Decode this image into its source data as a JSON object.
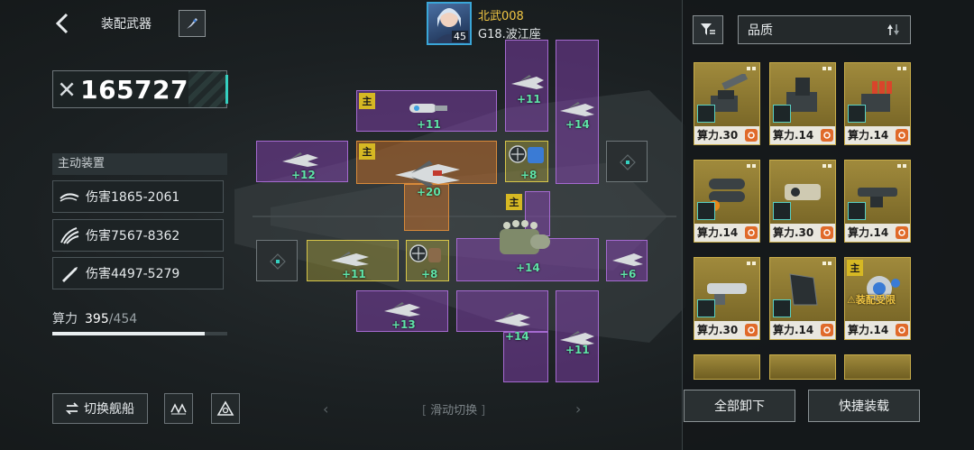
{
  "header": {
    "title": "装配武器"
  },
  "player": {
    "name": "北武008",
    "ship": "G18.波江座",
    "level": "45"
  },
  "power": {
    "value": "165727"
  },
  "active_devices": {
    "label": "主动装置",
    "skills": [
      {
        "text": "伤害1865-2061"
      },
      {
        "text": "伤害7567-8362"
      },
      {
        "text": "伤害4497-5279"
      }
    ]
  },
  "capacity": {
    "label": "算力",
    "current": "395",
    "max": "/454",
    "fill_fraction": 0.87
  },
  "buttons": {
    "switch_ship": "切换舰船",
    "unequip_all": "全部卸下",
    "quick_equip": "快捷装载",
    "swipe": "滑动切换"
  },
  "slots": {
    "main_badge": "主",
    "bonuses": [
      "+11",
      "+11",
      "+14",
      "+12",
      "+20",
      "+8",
      "+14",
      "+11",
      "+8",
      "+6",
      "+13",
      "+14",
      "+11"
    ]
  },
  "filter": {
    "sort_label": "品质"
  },
  "cards": [
    {
      "stat": "算力.30"
    },
    {
      "stat": "算力.14"
    },
    {
      "stat": "算力.14"
    },
    {
      "stat": "算力.14"
    },
    {
      "stat": "算力.30"
    },
    {
      "stat": "算力.14"
    },
    {
      "stat": "算力.30"
    },
    {
      "stat": "算力.14"
    },
    {
      "stat": "算力.14",
      "main": "主",
      "warning": "装配受限"
    }
  ],
  "colors": {
    "purple_slot": "#a56ad0",
    "orange_slot": "#d88a3a",
    "yellow_slot": "#d7c64a",
    "bonus_text": "#5fe3a8",
    "main_badge": "#d6b823",
    "card_gold": "#a08a3c"
  }
}
